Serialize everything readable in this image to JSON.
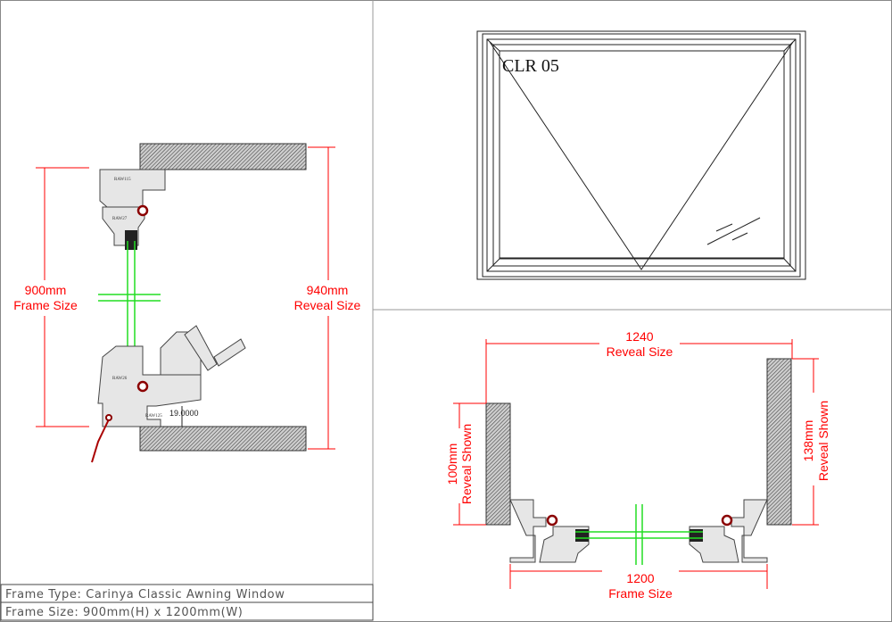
{
  "title_block": {
    "frame_type": "Frame Type: Carinya Classic Awning Window",
    "frame_size": "Frame Size: 900mm(H) x 1200mm(W)"
  },
  "vertical_section": {
    "frame_dim_value": "900mm",
    "frame_dim_label": "Frame Size",
    "reveal_dim_value": "940mm",
    "reveal_dim_label": "Reveal Size",
    "gap_dim": "19.0000",
    "profile_labels": [
      "RAW115",
      "RAW27",
      "RAW26",
      "RAW125"
    ]
  },
  "elevation": {
    "glass_label": "CLR 05"
  },
  "horizontal_section": {
    "reveal_width_value": "1240",
    "reveal_width_label": "Reveal Size",
    "frame_width_value": "1200",
    "frame_width_label": "Frame Size",
    "left_reveal_value": "100mm",
    "left_reveal_label": "Reveal Shown",
    "right_reveal_value": "138mm",
    "right_reveal_label": "Reveal Shown"
  },
  "colors": {
    "dimension": "#ff0000",
    "glass": "#22dd22",
    "wall_hatch": "#444444"
  }
}
